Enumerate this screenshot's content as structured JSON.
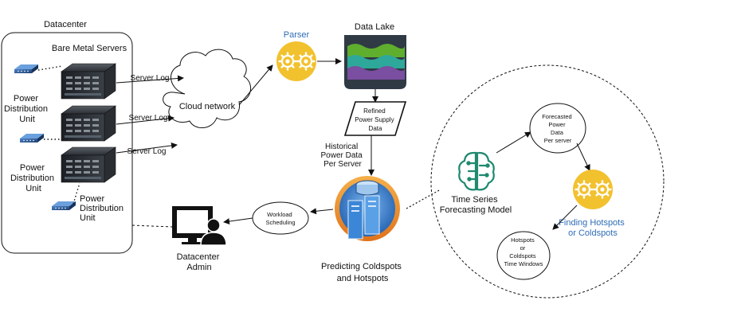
{
  "datacenter": {
    "title": "Datacenter",
    "servers_label": "Bare Metal Servers",
    "pdu_labels": [
      [
        "Power",
        "Distribution",
        "Unit"
      ],
      [
        "Power",
        "Distribution",
        "Unit"
      ],
      [
        "Power",
        "Distribution",
        "Unit"
      ]
    ],
    "server_log_labels": [
      "Server Log",
      "Server Log",
      "Server Log"
    ]
  },
  "cloud": {
    "label": "Cloud network"
  },
  "parser": {
    "label": "Parser"
  },
  "data_lake": {
    "label": "Data Lake"
  },
  "refined": {
    "lines": [
      "Refined",
      "Power Supply",
      "Data"
    ]
  },
  "historical": {
    "lines": [
      "Historical",
      "Power Data",
      "Per Server"
    ]
  },
  "predictor": {
    "lines": [
      "Predicting Coldspots",
      "and Hotspots"
    ]
  },
  "workload": {
    "lines": [
      "Workload",
      "Scheduling"
    ]
  },
  "admin": {
    "lines": [
      "Datacenter",
      "Admin"
    ]
  },
  "forecast": {
    "model_lines": [
      "Time Series",
      "Forecasting Model"
    ],
    "forecasted_lines": [
      "Forecasted",
      "Power",
      "Data",
      "Per server"
    ],
    "finding_lines": [
      "Finding Hotspots",
      "or Coldspots"
    ],
    "windows_lines": [
      "Hotspots",
      "or",
      "Coldspots",
      "Time Windows"
    ]
  },
  "colors": {
    "accent_blue": "#2f6db5",
    "gear_yellow": "#f2c12e",
    "model_teal": "#1f8a70",
    "lake_green": "#5fae2e",
    "lake_teal": "#2ea89a",
    "lake_purple": "#7a4ea0"
  },
  "icons": [
    "server-icon",
    "pdu-icon",
    "cloud-icon",
    "gear-icon",
    "data-lake-icon",
    "database-icon",
    "monitor-icon",
    "user-icon",
    "brain-circuit-icon"
  ]
}
